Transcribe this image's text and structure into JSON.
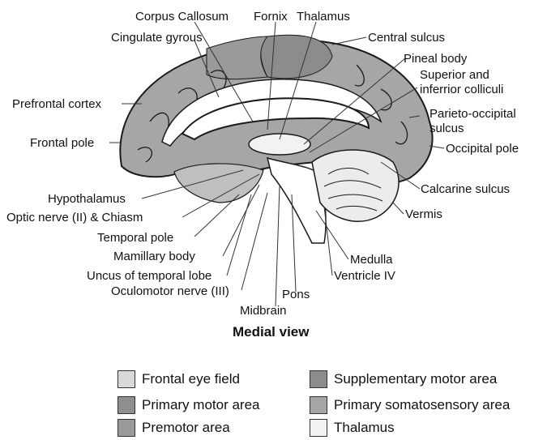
{
  "labels": {
    "corpus_callosum": "Corpus Callosum",
    "fornix": "Fornix",
    "thalamus": "Thalamus",
    "cingulate_gyrous": "Cingulate gyrous",
    "central_sulcus": "Central sulcus",
    "pineal_body": "Pineal body",
    "superior_inferior_colliculi_1": "Superior and",
    "superior_inferior_colliculi_2": "inferrior colliculi",
    "prefrontal_cortex": "Prefrontal cortex",
    "parieto_occipital_1": "Parieto-occipital",
    "parieto_occipital_2": "sulcus",
    "frontal_pole": "Frontal pole",
    "occipital_pole": "Occipital pole",
    "calcarine_sulcus": "Calcarine sulcus",
    "hypothalamus": "Hypothalamus",
    "optic_nerve": "Optic nerve (II) & Chiasm",
    "vermis": "Vermis",
    "temporal_pole": "Temporal pole",
    "mamillary_body": "Mamillary body",
    "medulla": "Medulla",
    "uncus": "Uncus of temporal lobe",
    "ventricle_iv": "Ventricle IV",
    "oculomotor": "Oculomotor nerve (III)",
    "pons": "Pons",
    "midbrain": "Midbrain"
  },
  "caption": "Medial view",
  "legend": [
    {
      "label": "Frontal eye field",
      "color": "#d9d9d9"
    },
    {
      "label": "Supplementary motor area",
      "color": "#8c8c8c"
    },
    {
      "label": "Primary motor area",
      "color": "#8f8f8f"
    },
    {
      "label": "Primary somatosensory area",
      "color": "#a6a6a6"
    },
    {
      "label": "Premotor area",
      "color": "#9a9a9a"
    },
    {
      "label": "Thalamus",
      "color": "#f2f2f2"
    }
  ],
  "colors": {
    "cortex": "#a6a6a6",
    "motor_strip": "#8c8c8c",
    "white_matter": "#ffffff",
    "outline": "#1a1a1a"
  }
}
